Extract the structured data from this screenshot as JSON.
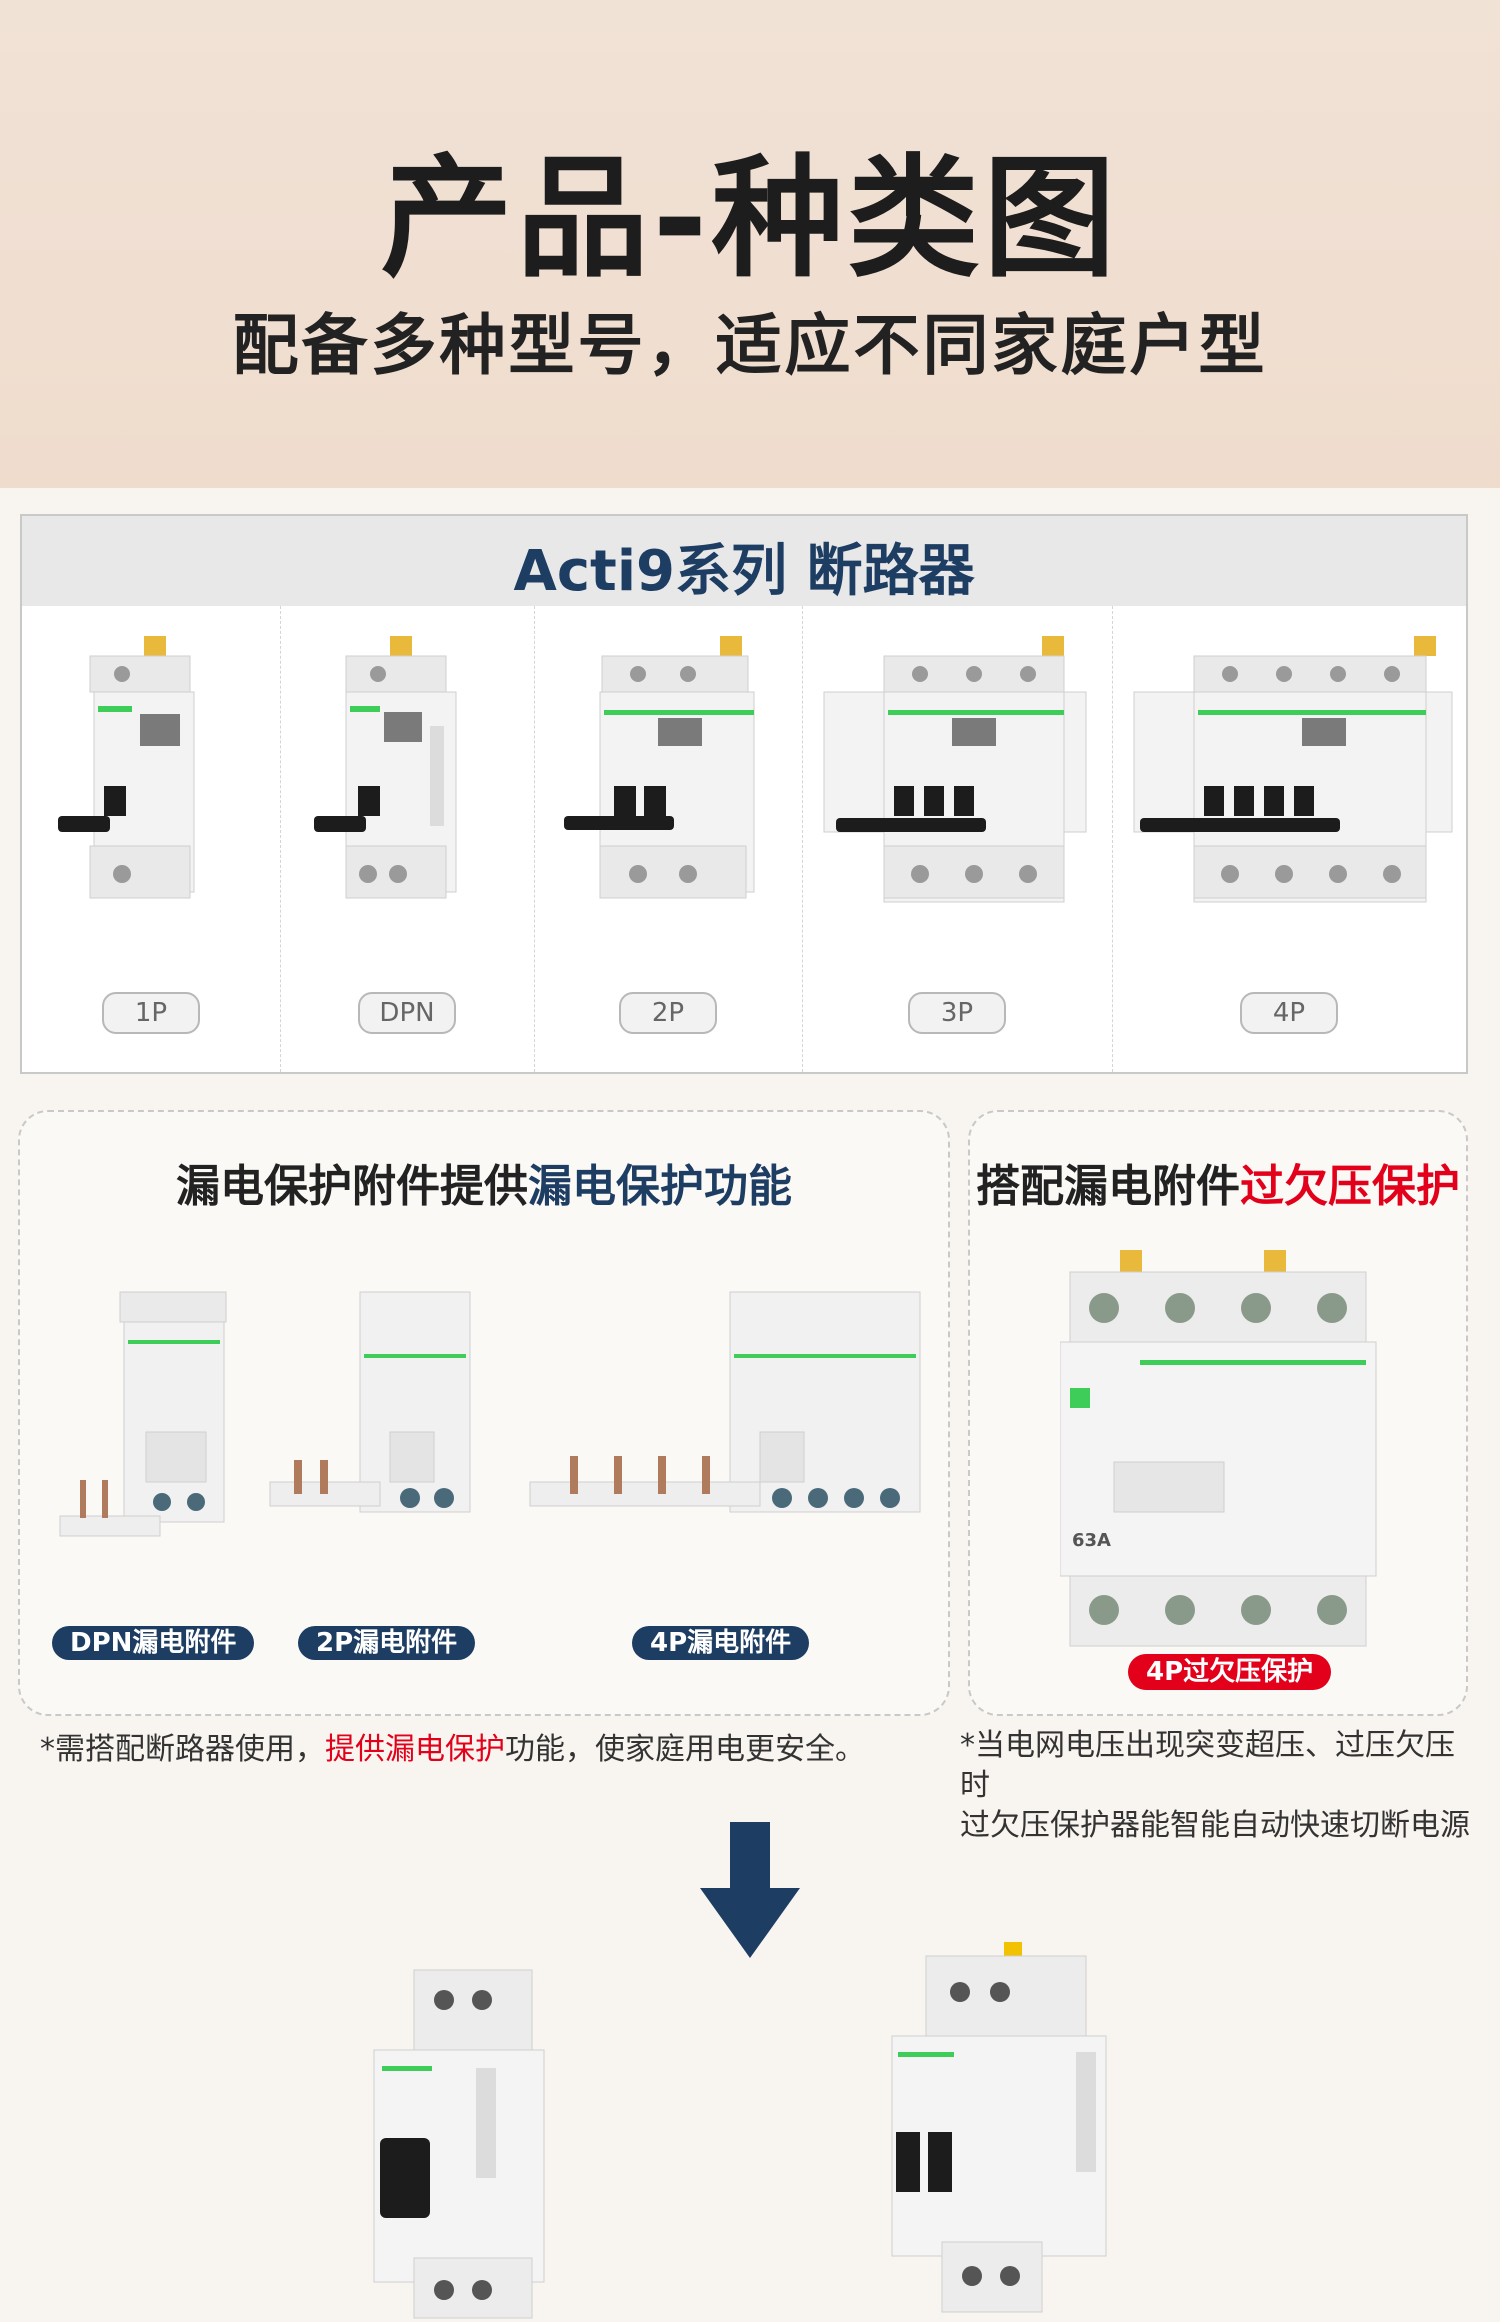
{
  "hero": {
    "title": "产品-种类图",
    "subtitle": "配备多种型号，适应不同家庭户型"
  },
  "series": {
    "title": "Acti9系列 断路器",
    "models": [
      {
        "label": "1P"
      },
      {
        "label": "DPN"
      },
      {
        "label": "2P"
      },
      {
        "label": "3P"
      },
      {
        "label": "4P"
      }
    ]
  },
  "leakage": {
    "heading_plain": "漏电保护附件提供",
    "heading_highlight": "漏电保护功能",
    "accessories": [
      {
        "label": "DPN漏电附件"
      },
      {
        "label": "2P漏电附件"
      },
      {
        "label": "4P漏电附件"
      }
    ],
    "note_prefix": "*需搭配断路器使用，",
    "note_highlight": "提供漏电保护",
    "note_suffix": "功能，使家庭用电更安全。"
  },
  "overvoltage": {
    "heading_plain": "搭配漏电附件",
    "heading_highlight": "过欠压保护",
    "device_label": "4P过欠压保护",
    "device_rating": "63A",
    "note_line1": "*当电网电压出现突变超压、过压欠压时",
    "note_line2": "过欠压保护器能智能自动快速切断电源"
  },
  "colors": {
    "navy": "#1e3d63",
    "red": "#e2001a",
    "brand_green": "#3dcd58"
  }
}
